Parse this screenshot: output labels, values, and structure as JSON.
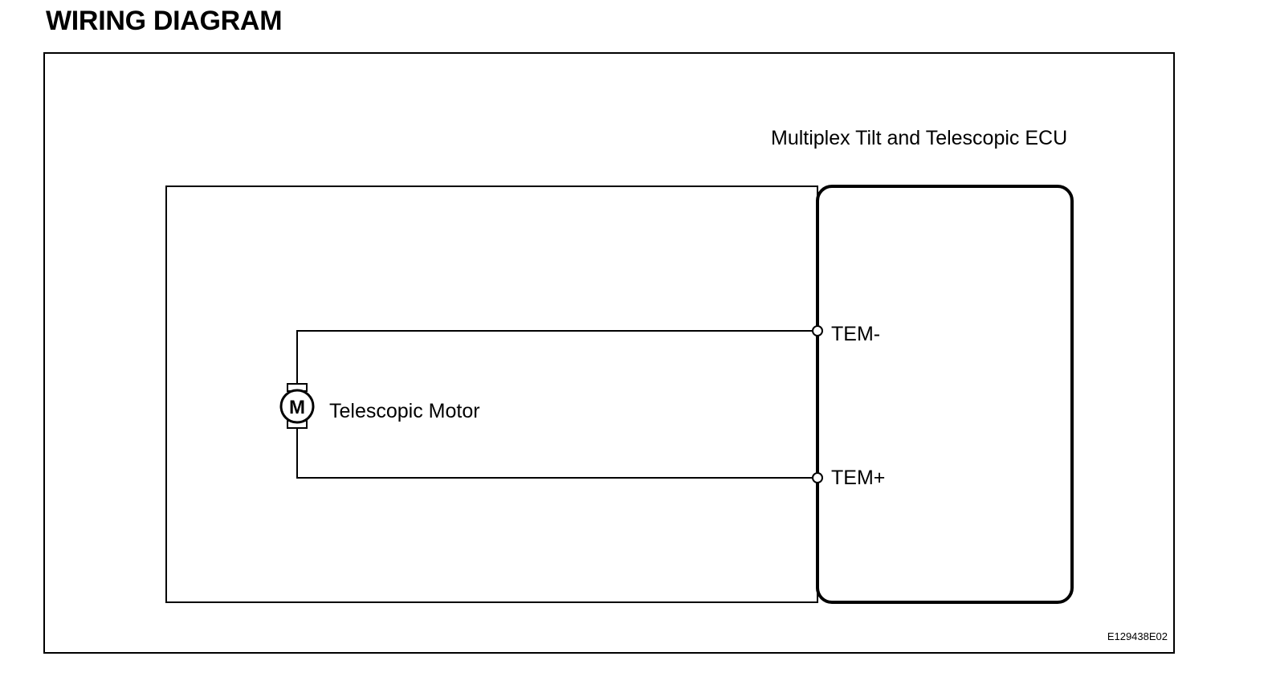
{
  "page": {
    "title": "WIRING DIAGRAM"
  },
  "diagram": {
    "ecu": {
      "label": "Multiplex Tilt and Telescopic ECU",
      "terminals": [
        {
          "name": "TEM-"
        },
        {
          "name": "TEM+"
        }
      ]
    },
    "motor": {
      "symbol": "M",
      "label": "Telescopic Motor",
      "icon": "motor-icon"
    },
    "figure_code": "E129438E02"
  },
  "colors": {
    "line": "#000000",
    "background": "#ffffff"
  }
}
